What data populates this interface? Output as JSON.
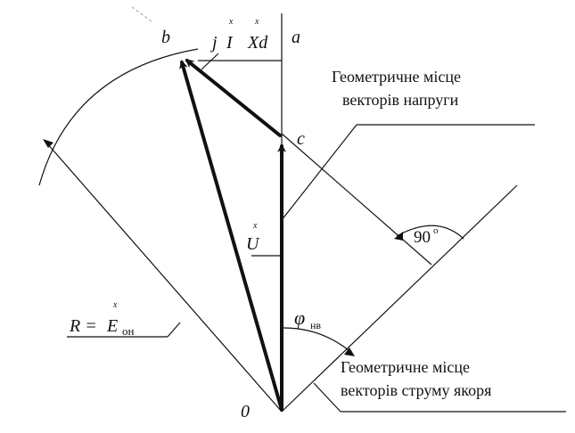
{
  "points": {
    "origin": "0",
    "a": "a",
    "b": "b",
    "c": "c"
  },
  "labels": {
    "jixd_j": "j",
    "jixd_i": "I",
    "jixd_xd": "Xd",
    "vector_mark": "x",
    "u": "U",
    "r_prefix": "R =",
    "e": "E",
    "e_sub": "он",
    "phi": "φ",
    "phi_sub": "нв",
    "angle": "90",
    "angle_deg": "o"
  },
  "captions": {
    "voltage_locus_line1": "Геометричне місце",
    "voltage_locus_line2": "векторів напруги",
    "current_locus_line1": "Геометричне місце",
    "current_locus_line2": "векторів струму якоря"
  },
  "colors": {
    "ink": "#111111",
    "background": "#ffffff"
  }
}
